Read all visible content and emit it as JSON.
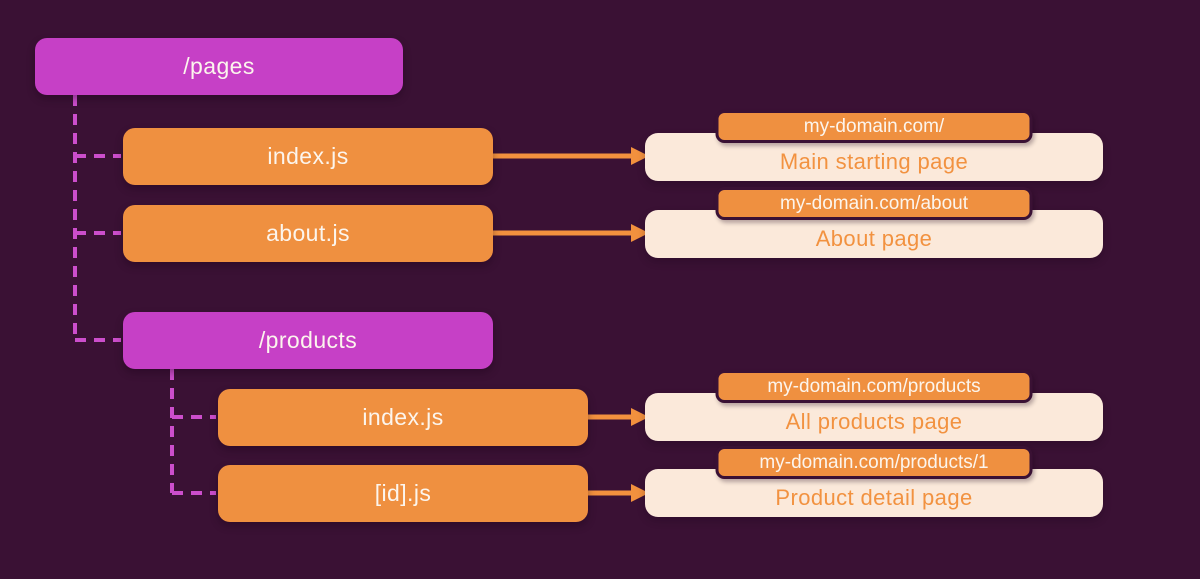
{
  "colors": {
    "background": "#3A1134",
    "folder_box": "#C640C6",
    "file_box": "#EF9040",
    "connector_dash": "#CC4ECC",
    "arrow": "#F2913E",
    "route_card": "#FBE9DA",
    "route_text": "#F29240"
  },
  "tree": {
    "pages": {
      "label": "/pages"
    },
    "pages_index": {
      "label": "index.js"
    },
    "pages_about": {
      "label": "about.js"
    },
    "products": {
      "label": "/products"
    },
    "products_index": {
      "label": "index.js"
    },
    "products_id": {
      "label": "[id].js"
    }
  },
  "results": {
    "home": {
      "url": "my-domain.com/",
      "description": "Main starting page"
    },
    "about": {
      "url": "my-domain.com/about",
      "description": "About page"
    },
    "products": {
      "url": "my-domain.com/products",
      "description": "All products page"
    },
    "product_detail": {
      "url": "my-domain.com/products/1",
      "description": "Product detail page"
    }
  }
}
